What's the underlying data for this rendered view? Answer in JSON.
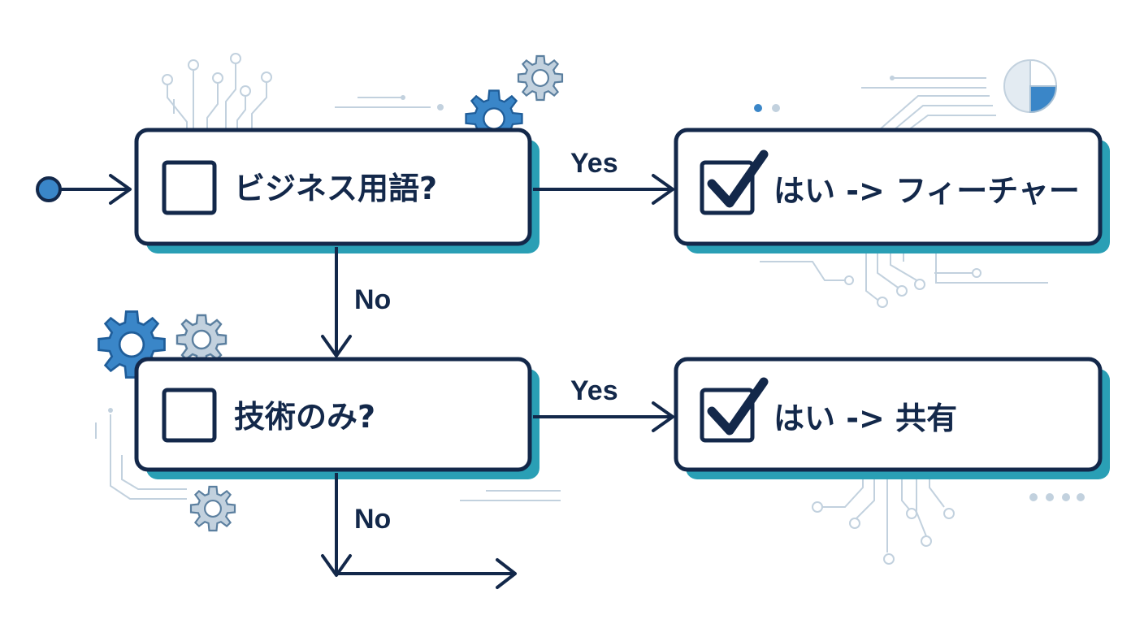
{
  "nodes": {
    "q1": {
      "label": "ビジネス用語?",
      "checked": false
    },
    "r1": {
      "label": "はい -> フィーチャー",
      "checked": true
    },
    "q2": {
      "label": "技術のみ?",
      "checked": false
    },
    "r2": {
      "label": "はい -> 共有",
      "checked": true
    }
  },
  "edges": {
    "q1_yes": "Yes",
    "q1_no": "No",
    "q2_yes": "Yes",
    "q2_no": "No"
  },
  "colors": {
    "navy": "#13284a",
    "shadow_teal": "#2a9fb5",
    "accent_blue": "#3a86c8",
    "light_gray": "#c2d1de"
  },
  "icons": [
    "gear-icon",
    "checkbox-empty-icon",
    "checkbox-checked-icon",
    "pie-chart-icon"
  ]
}
